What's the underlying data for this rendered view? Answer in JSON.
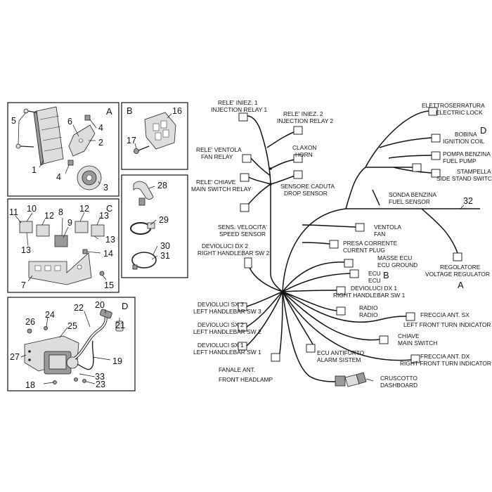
{
  "panels": {
    "A": {
      "letter": "A",
      "numbers": {
        "n1": "1",
        "n2": "2",
        "n3": "3",
        "n4a": "4",
        "n4b": "4",
        "n5": "5",
        "n6": "6"
      }
    },
    "B": {
      "letter": "B",
      "numbers": {
        "n16": "16",
        "n17": "17"
      }
    },
    "C": {
      "letter": "C",
      "numbers": {
        "n7": "7",
        "n8": "8",
        "n9": "9",
        "n10": "10",
        "n11": "11",
        "n12a": "12",
        "n12b": "12",
        "n13a": "13",
        "n13b": "13",
        "n14": "14",
        "n15": "15"
      }
    },
    "D": {
      "letter": "D",
      "numbers": {
        "n18": "18",
        "n19": "19",
        "n20": "20",
        "n21": "21",
        "n22": "22",
        "n23": "23",
        "n24": "24",
        "n25": "25",
        "n26": "26",
        "n27": "27",
        "n33": "33"
      }
    },
    "E": {
      "numbers": {
        "n28": "28",
        "n29": "29",
        "n30": "30",
        "n31": "31"
      }
    }
  },
  "harness": {
    "main_number": "32",
    "refs": {
      "a": "A",
      "b": "B",
      "d": "D"
    },
    "labels": {
      "injection_relay_1": [
        "RELE' INIEZ. 1",
        "INJECTION RELAY 1"
      ],
      "injection_relay_2": [
        "RELE' INIEZ. 2",
        "INJECTION RELAY 2"
      ],
      "fan_relay": [
        "RELE' VENTOLA",
        "FAN RELAY"
      ],
      "horn": [
        "CLAXON",
        "HORN"
      ],
      "main_switch_relay": [
        "RELE' CHIAVE",
        "MAIN SWITCH RELAY"
      ],
      "drop_sensor": [
        "SENSORE CADUTA",
        "DROP SENSOR"
      ],
      "speed_sensor": [
        "SENS. VELOCITA'",
        "SPEED SENSOR"
      ],
      "right_handlebar_sw2": [
        "DEVIOLUCI DX 2",
        "RIGHT HANDLEBAR SW 2"
      ],
      "current_plug": [
        "PRESA CORRENTE",
        "CURENT PLUG"
      ],
      "ecu_ground": [
        "MASSE ECU",
        "ECU GROUND"
      ],
      "ecu": [
        "ECU",
        "ECU"
      ],
      "right_handlebar_sw1": [
        "DEVIOLUCI DX 1",
        "RIGHT HANDLEBAR SW 1"
      ],
      "radio": [
        "RADIO",
        "RADIO"
      ],
      "left_handlebar_sw3": [
        "DEVIOLUCI SX 3",
        "LEFT HANDLEBAR SW 3"
      ],
      "left_handlebar_sw2": [
        "DEVIOLUCI SX 2",
        "LEFT HANDLEBAR SW 2"
      ],
      "left_handlebar_sw1": [
        "DEVIOLUCI SX 1",
        "LEFT HANDLEBAR SW 1"
      ],
      "alarm_system": [
        "ECU ANTIFURTO",
        "ALARM SISTEM"
      ],
      "front_headlamp": [
        "FANALE ANT.",
        "FRONT HEADLAMP"
      ],
      "dashboard": [
        "CRUSCOTTO",
        "DASHBOARD"
      ],
      "electric_lock": [
        "ELETTROSERRATURA",
        "ELECTRIC LOCK"
      ],
      "ignition_coil": [
        "BOBINA",
        "IGNITION COIL"
      ],
      "fuel_pump": [
        "POMPA BENZINA",
        "FUEL PUMP"
      ],
      "side_stand_switch": [
        "STAMPELLA",
        "SIDE STAND SWITCH"
      ],
      "fuel_sensor": [
        "SONDA BENZINA",
        "FUEL SENSOR"
      ],
      "fan": [
        "VENTOLA",
        "FAN"
      ],
      "voltage_regulator": [
        "REGOLATORE",
        "VOLTAGE REGULATOR"
      ],
      "left_front_turn": [
        "FRECCIA ANT. SX",
        "LEFT FRONT TURN INDICATOR"
      ],
      "main_switch": [
        "CHIAVE",
        "MAIN SWITCH"
      ],
      "right_front_turn": [
        "FRECCIA ANT. DX",
        "RIGHT FRONT TURN INDICATOR"
      ]
    }
  }
}
